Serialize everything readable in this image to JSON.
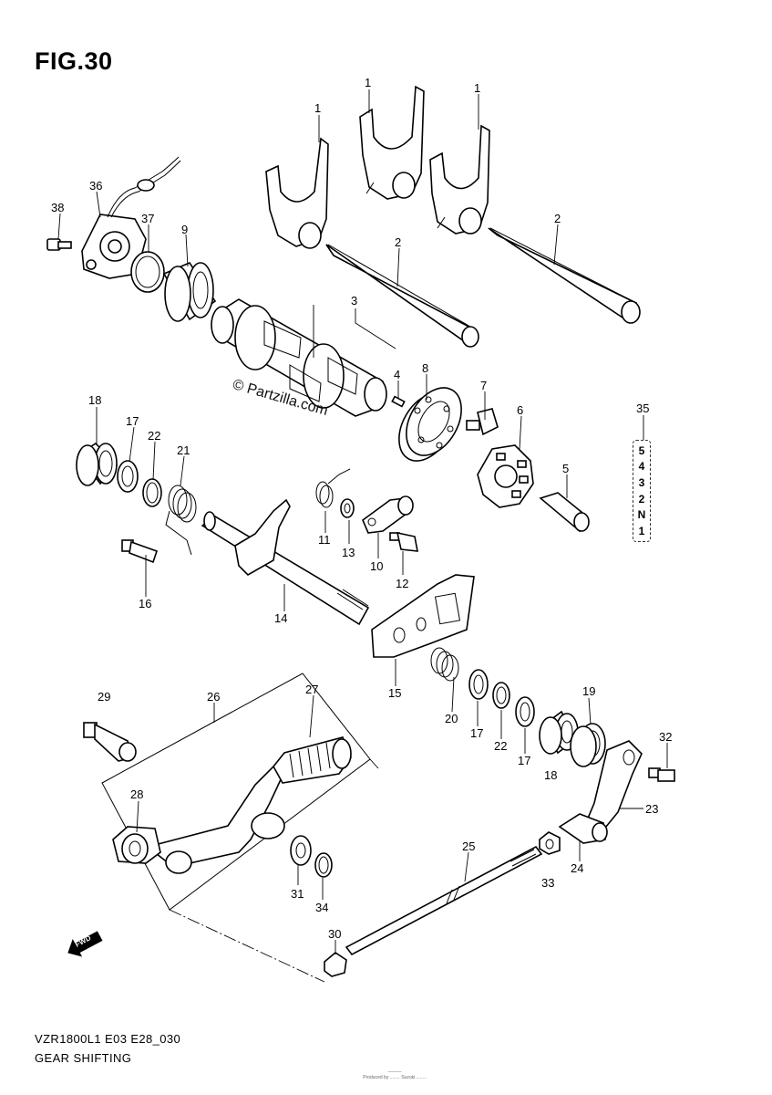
{
  "figure": {
    "title": "FIG.30",
    "watermark": "© Partzilla.com",
    "model_code": "VZR1800L1 E03 E28_030",
    "section_name": "GEAR SHIFTING",
    "small_print_1": "———",
    "small_print_2": "Produced by ........ Suzuki ........"
  },
  "gear_indicator": {
    "callout": "35",
    "positions": [
      "5",
      "4",
      "3",
      "2",
      "N",
      "1"
    ]
  },
  "fwd_label": "FWD",
  "part_labels": {
    "p1a": "1",
    "p1b": "1",
    "p1c": "1",
    "p2a": "2",
    "p2b": "2",
    "p3": "3",
    "p4": "4",
    "p5": "5",
    "p6": "6",
    "p7": "7",
    "p8": "8",
    "p9": "9",
    "p10": "10",
    "p11": "11",
    "p12": "12",
    "p13": "13",
    "p14": "14",
    "p15": "15",
    "p16": "16",
    "p17a": "17",
    "p17b": "17",
    "p17c": "17",
    "p18a": "18",
    "p18b": "18",
    "p19": "19",
    "p20": "20",
    "p21": "21",
    "p22a": "22",
    "p22b": "22",
    "p23": "23",
    "p24": "24",
    "p25": "25",
    "p26": "26",
    "p27": "27",
    "p28": "28",
    "p29": "29",
    "p30": "30",
    "p31": "31",
    "p32": "32",
    "p33": "33",
    "p34": "34",
    "p36": "36",
    "p37": "37",
    "p38": "38"
  }
}
